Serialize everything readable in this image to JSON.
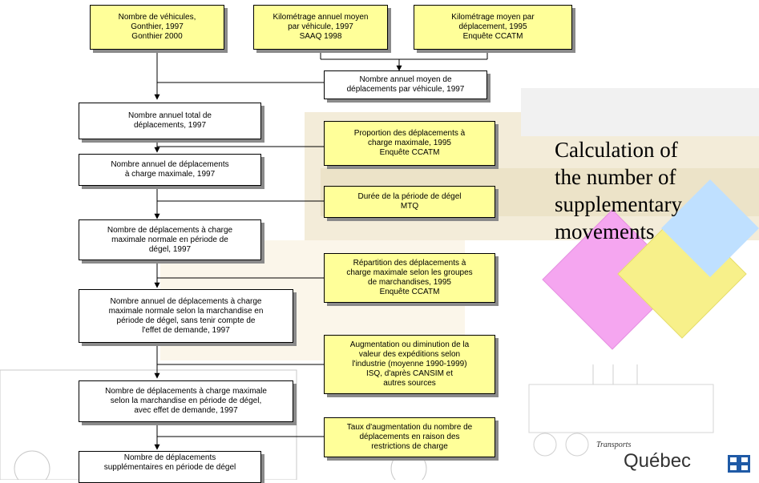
{
  "title": "Calculation of\nthe number of\nsupplementary\nmovements",
  "logo": {
    "line1": "Transports",
    "line2": "Québec"
  },
  "boxes": {
    "b1": "Nombre de véhicules,\nGonthier, 1997\nGonthier 2000",
    "b2": "Kilométrage annuel moyen\npar véhicule, 1997\nSAAQ 1998",
    "b3": "Kilométrage moyen par\ndéplacement, 1995\nEnquête CCATM",
    "b4": "Nombre annuel moyen de\ndéplacements par véhicule, 1997",
    "b5": "Nombre annuel total de\ndéplacements, 1997",
    "b6": "Proportion des déplacements à\ncharge maximale, 1995\nEnquête CCATM",
    "b7": "Nombre annuel de déplacements\nà charge maximale, 1997",
    "b8": "Durée de la période de dégel\nMTQ",
    "b9": "Nombre de déplacements à charge\nmaximale normale en période de\ndégel, 1997",
    "b10": "Répartition des déplacements à\ncharge maximale selon les  groupes\nde marchandises, 1995\nEnquête CCATM",
    "b11": "Nombre annuel de déplacements à charge\nmaximale normale selon la marchandise en\npériode de dégel, sans tenir compte de\nl'effet de demande, 1997",
    "b12": "Augmentation ou diminution de la\nvaleur des expéditions selon\nl'industrie (moyenne 1990-1999)\nISQ, d'après CANSIM et\nautres sources",
    "b13": "Nombre de déplacements à charge maximale\nselon la marchandise en période de dégel,\navec effet de demande, 1997",
    "b14": "Taux d'augmentation du nombre de\ndéplacements en raison des\nrestrictions de charge",
    "b15": "Nombre de déplacements\nsupplémentaires en période de dégel"
  }
}
